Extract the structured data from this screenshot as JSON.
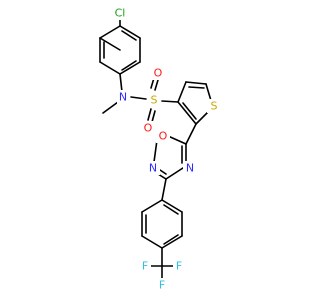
{
  "molecule": {
    "colors": {
      "bond": "#000000",
      "Cl": "#1fa01f",
      "N": "#2b2bff",
      "O": "#ff1a1a",
      "S": "#c9a800",
      "F": "#2fc0e0"
    },
    "labels": {
      "cl": "Cl",
      "n_sulfonamide": "N",
      "s_sulfonyl": "S",
      "o_sulfonyl_1": "O",
      "o_sulfonyl_2": "O",
      "s_thiophene": "S",
      "o_oxadiazole": "O",
      "n_oxadiazole_1": "N",
      "n_oxadiazole_2": "N",
      "f1": "F",
      "f2": "F",
      "f3": "F"
    }
  }
}
